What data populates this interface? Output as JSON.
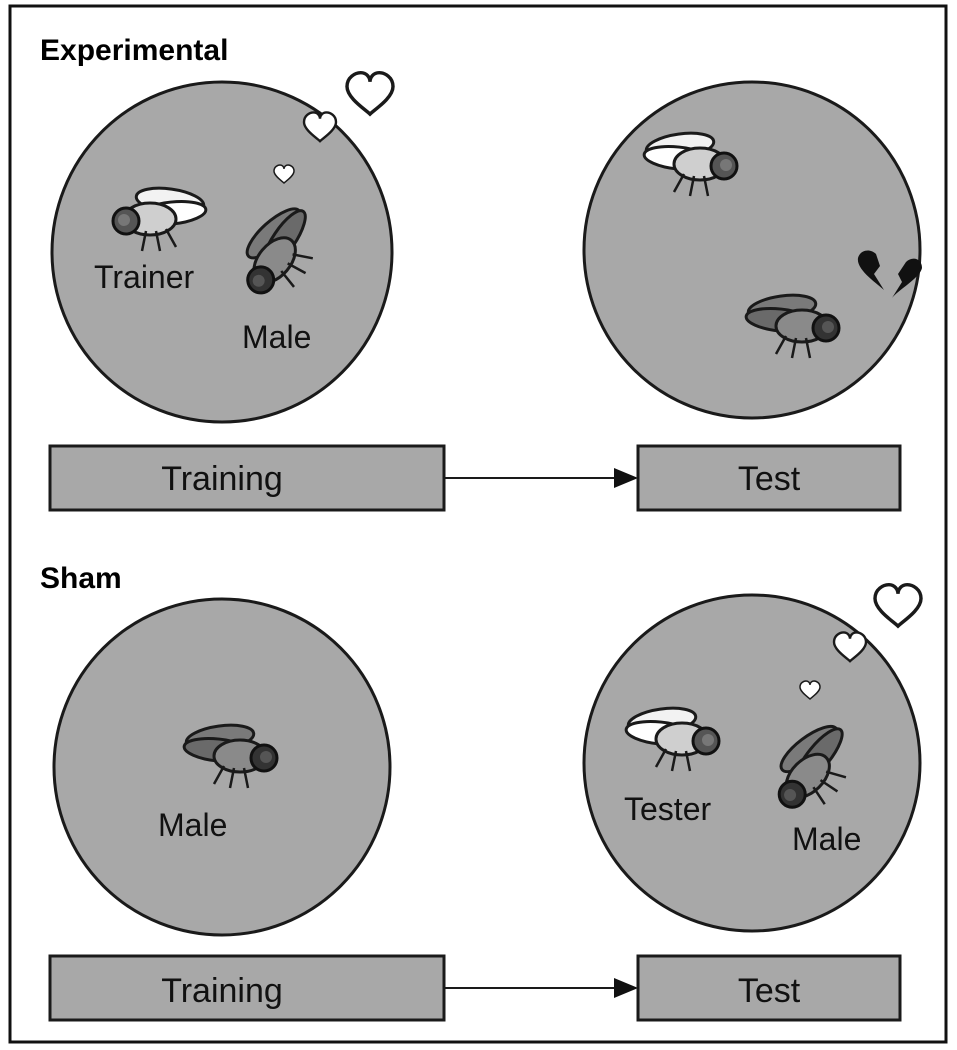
{
  "experimental": {
    "heading": "Experimental",
    "training_label": "Training",
    "test_label": "Test",
    "trainer_label": "Trainer",
    "male_label": "Male"
  },
  "sham": {
    "heading": "Sham",
    "training_label": "Training",
    "test_label": "Test",
    "male_label": "Male",
    "tester_label": "Tester",
    "test_male_label": "Male"
  },
  "colors": {
    "arena_fill": "#a8a8a8",
    "box_fill": "#a8a8a8",
    "outline": "#1a1a1a",
    "male_fly_wing": "#7a7a7a",
    "female_fly_wing": "#f2f2f2",
    "broken_heart": "#111111"
  },
  "icons": [
    "heart-icon",
    "broken-heart-icon",
    "fly-icon",
    "arrow-icon"
  ]
}
